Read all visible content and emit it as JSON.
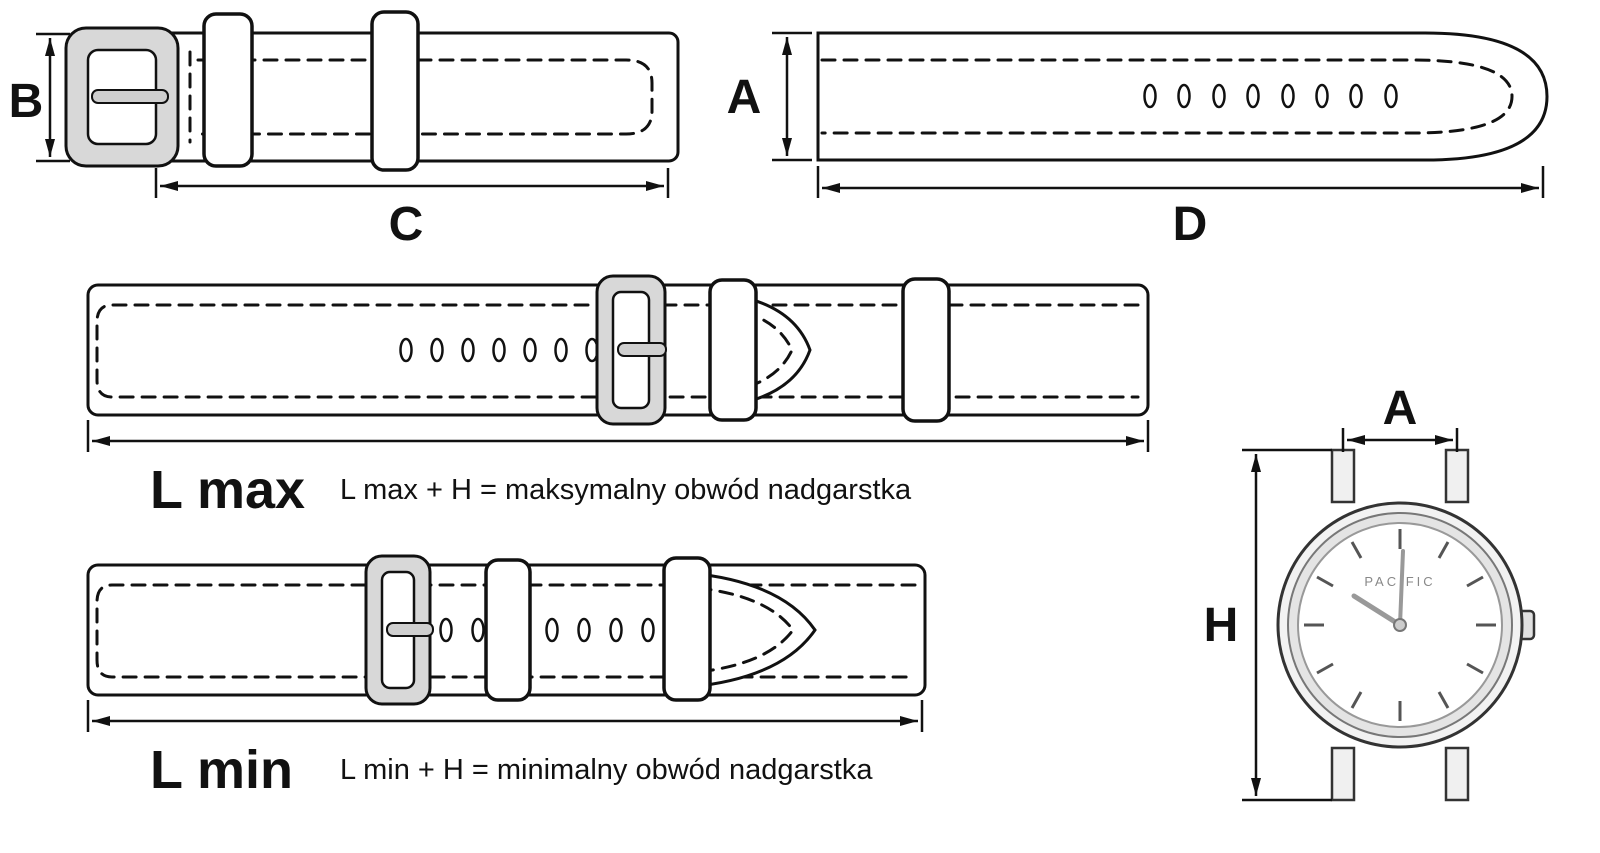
{
  "page": {
    "background_color": "#ffffff",
    "ink_color": "#111111",
    "metal_color": "#d8d8d8"
  },
  "buckle_piece": {
    "height_label": "B",
    "length_label": "C"
  },
  "long_piece": {
    "height_label": "A",
    "length_label": "D"
  },
  "l_max": {
    "label": "L max",
    "formula": "L max + H  = maksymalny obwód nadgarstka"
  },
  "l_min": {
    "label": "L min",
    "formula": "L min + H  = minimalny obwód nadgarstka"
  },
  "watch": {
    "lug_width_label": "A",
    "case_height_label": "H",
    "brand": "PACIFIC"
  }
}
